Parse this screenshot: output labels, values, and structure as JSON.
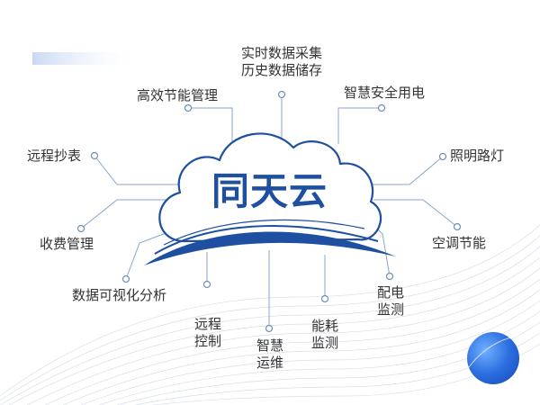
{
  "brand": "同天云",
  "colors": {
    "accent": "#1e4fa0",
    "line": "#8aa6c8",
    "text": "#333333"
  },
  "features": {
    "data_collection": [
      "实时数据采集",
      "历史数据储存"
    ],
    "efficient_energy": "高效节能管理",
    "smart_safety": "智慧安全用电",
    "remote_meter": "远程抄表",
    "lighting": "照明路灯",
    "charge_mgmt": "收费管理",
    "ac_energy": "空调节能",
    "data_viz": "数据可视化分析",
    "power_dist": [
      "配电",
      "监测"
    ],
    "remote_control": [
      "远程",
      "控制"
    ],
    "smart_ops": [
      "智慧",
      "运维"
    ],
    "energy_monitor": [
      "能耗",
      "监测"
    ]
  }
}
